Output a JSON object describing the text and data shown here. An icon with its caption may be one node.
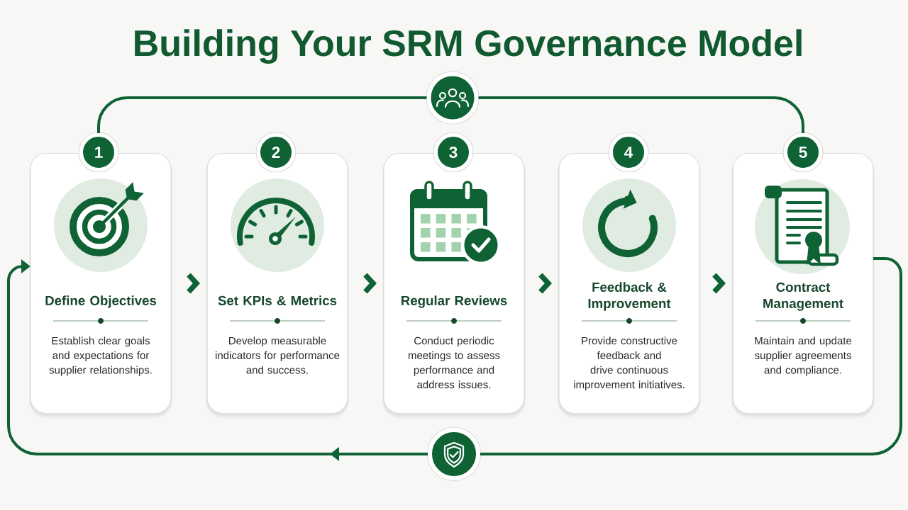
{
  "diagram": {
    "title": "Building Your SRM Governance Model",
    "nodes": [
      {
        "text": [],
        "shape": "circle"
      },
      {
        "text": [
          "1"
        ]
      },
      {
        "text": [
          "Define Objectives",
          "Establish clear goals and expectations for supplier relationships."
        ]
      },
      {
        "text": [
          "2"
        ]
      },
      {
        "text": [
          "Set KPIs & Metrics",
          "Develop measurable indicators for performance and success."
        ]
      },
      {
        "text": [
          "3"
        ]
      },
      {
        "text": [
          "Regular Reviews",
          "Conduct periodic meetings to assess performance and address issues."
        ]
      },
      {
        "text": [
          "4"
        ]
      },
      {
        "text": [
          "Feedback & Improvement",
          "Provide constructive feedback and drive continuous improvement initiatives."
        ]
      },
      {
        "text": [
          "5"
        ]
      },
      {
        "text": [
          "Contract Management",
          "Maintain and update supplier agreements and compliance."
        ]
      },
      {
        "text": [],
        "shape": "circle"
      }
    ],
    "edges": [
      {
        "from": 2,
        "to": 4,
        "arrow": "to",
        "style": "thick"
      },
      {
        "from": 4,
        "to": 6,
        "arrow": "to",
        "style": "thick"
      },
      {
        "from": 6,
        "to": 8,
        "arrow": "to",
        "style": "thick"
      },
      {
        "from": 8,
        "to": 10,
        "arrow": "to",
        "style": "thick"
      },
      {
        "from": 1,
        "to": 0,
        "arrow": "none"
      },
      {
        "from": 0,
        "to": 9,
        "arrow": "none"
      },
      {
        "from": 10,
        "to": 11,
        "arrow": "none"
      },
      {
        "from": 11,
        "to": 2,
        "arrow": "to"
      }
    ]
  }
}
